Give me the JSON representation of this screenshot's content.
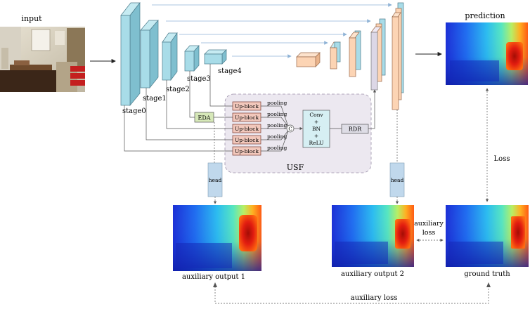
{
  "labels": {
    "input": "input",
    "prediction": "prediction",
    "stage0": "stage0",
    "stage1": "stage1",
    "stage2": "stage2",
    "stage3": "stage3",
    "stage4": "stage4",
    "eda": "EDA",
    "usf": "USF",
    "rdr": "RDR",
    "head_left": "head",
    "head_right": "head",
    "conv_lines": [
      "Conv",
      "+",
      "BN",
      "+",
      "ReLU"
    ],
    "concat": "C",
    "up_blocks": [
      "Up-block",
      "Up-block",
      "Up-block",
      "Up-block",
      "Up-block"
    ],
    "pooling": [
      "pooling",
      "pooling",
      "pooling",
      "pooling",
      "pooling"
    ],
    "aux_output_1": "auxiliary output 1",
    "aux_output_2": "auxiliary output 2",
    "ground_truth": "ground truth",
    "loss": "Loss",
    "aux_loss_right_1": "auxiliary",
    "aux_loss_right_2": "loss",
    "aux_loss_bottom": "auxiliary loss"
  },
  "colors": {
    "encoder": "#a8dce8",
    "decoder": "#fcd4b4",
    "decoder_gray": "#dcd7e6",
    "upblock": "#f2c8bc",
    "eda": "#d6e8b8",
    "usf_bg": "#ece8f0",
    "conv_box": "#d6eff3",
    "rdr": "#dedde6",
    "head": "#c0d8ec",
    "arrow": "#8fb3d6"
  }
}
